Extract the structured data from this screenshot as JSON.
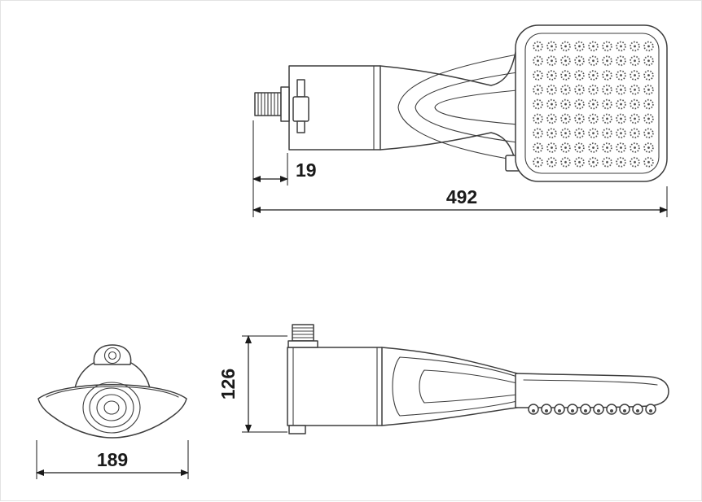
{
  "colors": {
    "line": "#3d3d3d",
    "dimension": "#1a1a1a",
    "background": "#ffffff",
    "frame": "#e3e3e3"
  },
  "dimensions": {
    "thread_offset": "19",
    "overall_length": "492",
    "overall_width": "189",
    "overall_depth": "126"
  }
}
